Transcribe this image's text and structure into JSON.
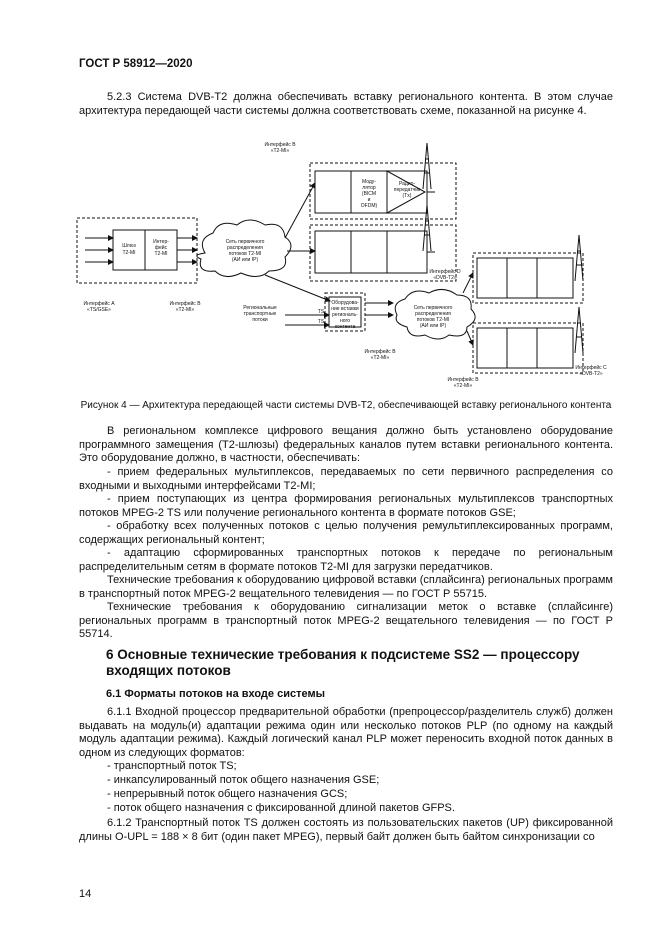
{
  "header": {
    "doc_id": "ГОСТ Р 58912—2020"
  },
  "intro": "5.2.3 Система DVB-T2 должна обеспечивать вставку регионального контента. В этом случае архитектура передающей части системы должна соответствовать схеме, показанной на рисунке 4.",
  "figure": {
    "caption": "Рисунок 4 — Архитектура передающей части системы DVB-T2, обеспечивающей вставку регионального контента",
    "labels": {
      "ifaceB_top1": "Интерфейс B",
      "ifaceB_top2": "«T2-MI»",
      "ifaceA1": "Интерфейс A",
      "ifaceA2": "«TS/GSE»",
      "ifaceB_left1": "Интерфейс B",
      "ifaceB_left2": "«T2-MI»",
      "ifaceD1": "Интерфейс D",
      "ifaceD2": "«DVB-T2»",
      "ifaceB_mid1": "Интерфейс B",
      "ifaceB_mid2": "«T2-MI»",
      "ifaceB_bot1": "Интерфейс B",
      "ifaceB_bot2": "«T2-MI»",
      "ifaceC1": "Интерфейс C",
      "ifaceC2": "«DVB-T2»",
      "shluz1": "Шлюз",
      "shluz2": "T2-MI",
      "intf_l1": "Интер-",
      "intf_l2": "фейс",
      "intf_l3": "T2-MI",
      "cloud1_1": "Сеть первичного",
      "cloud1_2": "распределения",
      "cloud1_3": "потоков T2-MI",
      "cloud1_4": "(АИ или IP)",
      "cloud2_1": "Сеть первичного",
      "cloud2_2": "распределения",
      "cloud2_3": "потоков T2-MI",
      "cloud2_4": "(АИ или IP)",
      "mod1": "Моду-",
      "mod2": "лятор",
      "mod3": "(BICM",
      "mod4": "и",
      "mod5": "OFDM)",
      "rf1": "Радио-",
      "rf2": "передатчик",
      "rf3": "(Tx)",
      "equip1": "Оборудова-",
      "equip2": "ние вставки",
      "equip3": "региональ-",
      "equip4": "ного",
      "equip5": "контента",
      "regin1": "Региональные",
      "regin2": "транспортные",
      "regin3": "потоки",
      "ts": "TS"
    }
  },
  "paragraphs": {
    "p1": "В региональном комплексе цифрового вещания должно быть установлено оборудование программного замещения (Т2-шлюзы) федеральных каналов путем вставки регионального контента. Это оборудование должно, в частности, обеспечивать:",
    "b1": "- прием федеральных мультиплексов, передаваемых по сети первичного распределения со входными и выходными интерфейсами T2-MI;",
    "b2": "- прием поступающих из центра формирования региональных мультиплексов транспортных потоков MPEG-2 TS или получение регионального контента в формате потоков GSE;",
    "b3": "- обработку всех полученных потоков с целью получения ремультиплексированных программ, содержащих региональный контент;",
    "b4": "- адаптацию сформированных транспортных потоков к передаче по региональным распределительным сетям в формате потоков T2-MI для загрузки передатчиков.",
    "p2": "Технические требования к оборудованию цифровой вставки (сплайсинга) региональных программ в транспортный поток MPEG-2 вещательного телевидения — по ГОСТ Р 55715.",
    "p3": "Технические требования к оборудованию сигнализации меток о вставке (сплайсинге) региональных программ в транспортный поток MPEG-2 вещательного телевидения — по ГОСТ Р 55714."
  },
  "section6": {
    "title": "6 Основные технические требования к подсистеме SS2 — процессору входящих потоков",
    "sub": "6.1 Форматы потоков на входе системы",
    "p611": "6.1.1 Входной процессор предварительной обработки (препроцессор/разделитель служб) должен выдавать на модуль(и) адаптации режима один или несколько потоков PLP (по одному на каждый модуль адаптации режима). Каждый логический канал PLP может переносить входной поток данных в одном из следующих форматов:",
    "f1": "- транспортный поток TS;",
    "f2": "- инкапсулированный поток общего назначения GSE;",
    "f3": "- непрерывный поток общего назначения GCS;",
    "f4": "- поток общего назначения с фиксированной длиной пакетов GFPS.",
    "p612": "6.1.2 Транспортный поток TS должен состоять из пользовательских пакетов (UP) фиксированной длины O-UPL = 188 × 8 бит (один пакет MPEG), первый байт должен быть байтом синхронизации со"
  },
  "footer": {
    "page_number": "14"
  }
}
